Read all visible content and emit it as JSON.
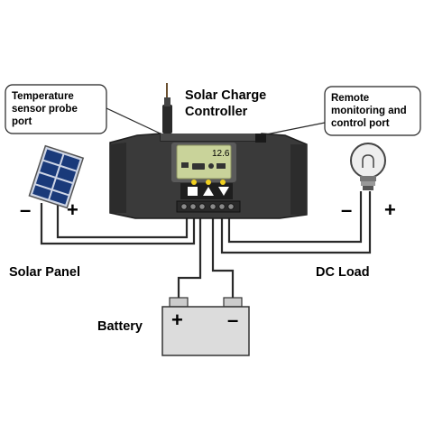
{
  "title": {
    "line1": "Solar Charge",
    "line2": "Controller"
  },
  "callouts": {
    "temperature": [
      "Temperature",
      "sensor probe",
      "port"
    ],
    "remote": [
      "Remote",
      "monitoring and",
      "control port"
    ]
  },
  "labels": {
    "solar_panel": "Solar Panel",
    "dc_load": "DC Load",
    "battery": "Battery"
  },
  "lcd": {
    "value": "12.6"
  },
  "polarity": {
    "solar_minus": "–",
    "solar_plus": "+",
    "load_minus": "–",
    "load_plus": "+",
    "battery_plus": "+",
    "battery_minus": "–"
  },
  "colors": {
    "wire": "#2a2a2a",
    "controller_body": "#3a3a3a",
    "lcd": "#c9d39a",
    "battery_body": "#dcdcdc",
    "panel_cells": "#1a3a7a",
    "led_yellow": "#f0d020"
  }
}
